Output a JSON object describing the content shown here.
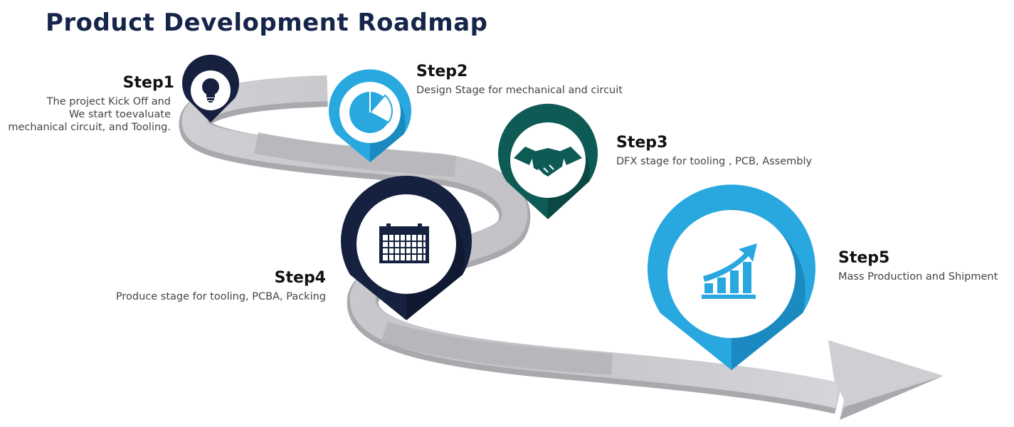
{
  "title": "Product Development Roadmap",
  "colors": {
    "navy": "#15213f",
    "light_blue": "#29a8e0",
    "teal": "#0e5a55",
    "road": "#cdccd1"
  },
  "steps": [
    {
      "label": "Step1",
      "icon": "lightbulb-icon",
      "color": "#15213f",
      "description": [
        "The project Kick Off and",
        "We start toevaluate",
        "mechanical circuit, and Tooling."
      ]
    },
    {
      "label": "Step2",
      "icon": "pie-chart-icon",
      "color": "#29a8e0",
      "description": [
        "Design Stage for mechanical and circuit"
      ]
    },
    {
      "label": "Step3",
      "icon": "handshake-icon",
      "color": "#0e5a55",
      "description": [
        "DFX stage for tooling , PCB, Assembly"
      ]
    },
    {
      "label": "Step4",
      "icon": "calendar-icon",
      "color": "#15213f",
      "description": [
        "Produce stage for tooling, PCBA, Packing"
      ]
    },
    {
      "label": "Step5",
      "icon": "growth-chart-icon",
      "color": "#29a8e0",
      "description": [
        "Mass Production and Shipment"
      ]
    }
  ]
}
